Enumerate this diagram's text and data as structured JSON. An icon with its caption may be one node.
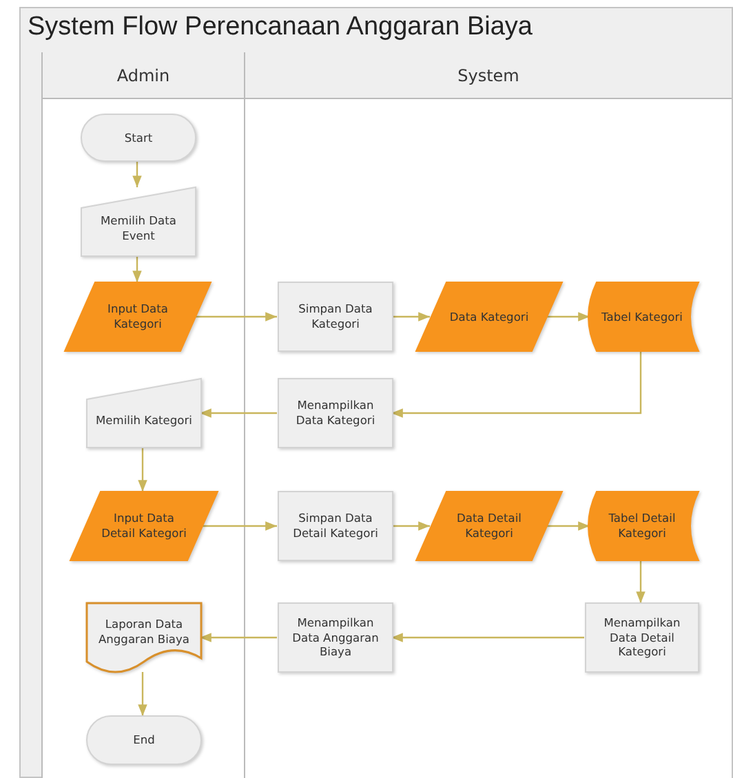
{
  "diagram": {
    "title": "System Flow Perencanaan Anggaran Biaya",
    "nodes": [
      {
        "text": [
          "Admin"
        ]
      },
      {
        "text": [
          "System"
        ]
      },
      {
        "text": [
          "Start"
        ],
        "in": 0
      },
      {
        "text": [
          "Memilih Data Event"
        ],
        "in": 0
      },
      {
        "text": [
          "Input Data Kategori"
        ],
        "in": 0
      },
      {
        "text": [
          "Simpan Data Kategori"
        ],
        "in": 1
      },
      {
        "text": [
          "Data Kategori"
        ],
        "in": 1
      },
      {
        "text": [
          "Tabel Kategori"
        ],
        "in": 1
      },
      {
        "text": [
          "Memilih Kategori"
        ],
        "in": 0
      },
      {
        "text": [
          "Menampilkan Data Kategori"
        ],
        "in": 1
      },
      {
        "text": [
          "Input Data Detail Kategori"
        ],
        "in": 0
      },
      {
        "text": [
          "Simpan Data Detail Kategori"
        ],
        "in": 1
      },
      {
        "text": [
          "Data Detail Kategori"
        ],
        "in": 1
      },
      {
        "text": [
          "Tabel Detail Kategori"
        ],
        "in": 1
      },
      {
        "text": [
          "Laporan Data Anggaran Biaya"
        ],
        "in": 0
      },
      {
        "text": [
          "Menampilkan Data Anggaran Biaya"
        ],
        "in": 1
      },
      {
        "text": [
          "Menampilkan Data Detail Kategori"
        ],
        "in": 1
      },
      {
        "text": [
          "End"
        ],
        "in": 0
      }
    ],
    "edges": [
      {
        "from": 2,
        "to": 3,
        "arrow": "to"
      },
      {
        "from": 3,
        "to": 4,
        "arrow": "to"
      },
      {
        "from": 4,
        "to": 5,
        "arrow": "to"
      },
      {
        "from": 5,
        "to": 6,
        "arrow": "to"
      },
      {
        "from": 6,
        "to": 7,
        "arrow": "to"
      },
      {
        "from": 7,
        "to": 9,
        "arrow": "to"
      },
      {
        "from": 9,
        "to": 8,
        "arrow": "to"
      },
      {
        "from": 8,
        "to": 10,
        "arrow": "to"
      },
      {
        "from": 10,
        "to": 11,
        "arrow": "to"
      },
      {
        "from": 11,
        "to": 12,
        "arrow": "to"
      },
      {
        "from": 12,
        "to": 13,
        "arrow": "to"
      },
      {
        "from": 13,
        "to": 16,
        "arrow": "to"
      },
      {
        "from": 16,
        "to": 15,
        "arrow": "to"
      },
      {
        "from": 15,
        "to": 14,
        "arrow": "to"
      },
      {
        "from": 14,
        "to": 17,
        "arrow": "to"
      }
    ]
  }
}
